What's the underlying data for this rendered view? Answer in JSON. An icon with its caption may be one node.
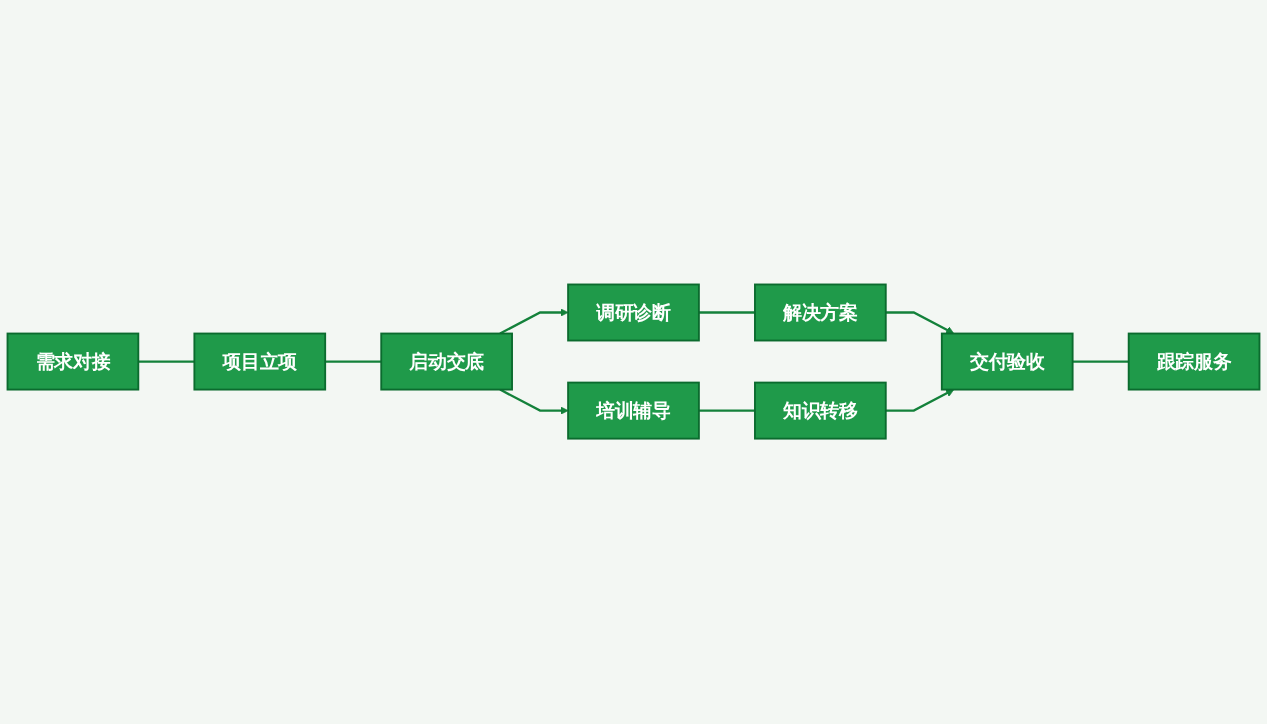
{
  "diagram": {
    "nodes": [
      {
        "text": [
          "需求对接"
        ]
      },
      {
        "text": [
          "项目立项"
        ]
      },
      {
        "text": [
          "启动交底"
        ]
      },
      {
        "text": [
          "调研诊断"
        ]
      },
      {
        "text": [
          "解决方案"
        ]
      },
      {
        "text": [
          "培训辅导"
        ]
      },
      {
        "text": [
          "知识转移"
        ]
      },
      {
        "text": [
          "交付验收"
        ]
      },
      {
        "text": [
          "跟踪服务"
        ]
      }
    ],
    "edges": [
      {
        "from": 0,
        "to": 1,
        "arrow": "none"
      },
      {
        "from": 1,
        "to": 2,
        "arrow": "none"
      },
      {
        "from": 2,
        "to": 3,
        "arrow": "to"
      },
      {
        "from": 3,
        "to": 4,
        "arrow": "none"
      },
      {
        "from": 4,
        "to": 7,
        "arrow": "to"
      },
      {
        "from": 2,
        "to": 5,
        "arrow": "to"
      },
      {
        "from": 5,
        "to": 6,
        "arrow": "none"
      },
      {
        "from": 6,
        "to": 7,
        "arrow": "to"
      },
      {
        "from": 7,
        "to": 8,
        "arrow": "none"
      }
    ]
  }
}
